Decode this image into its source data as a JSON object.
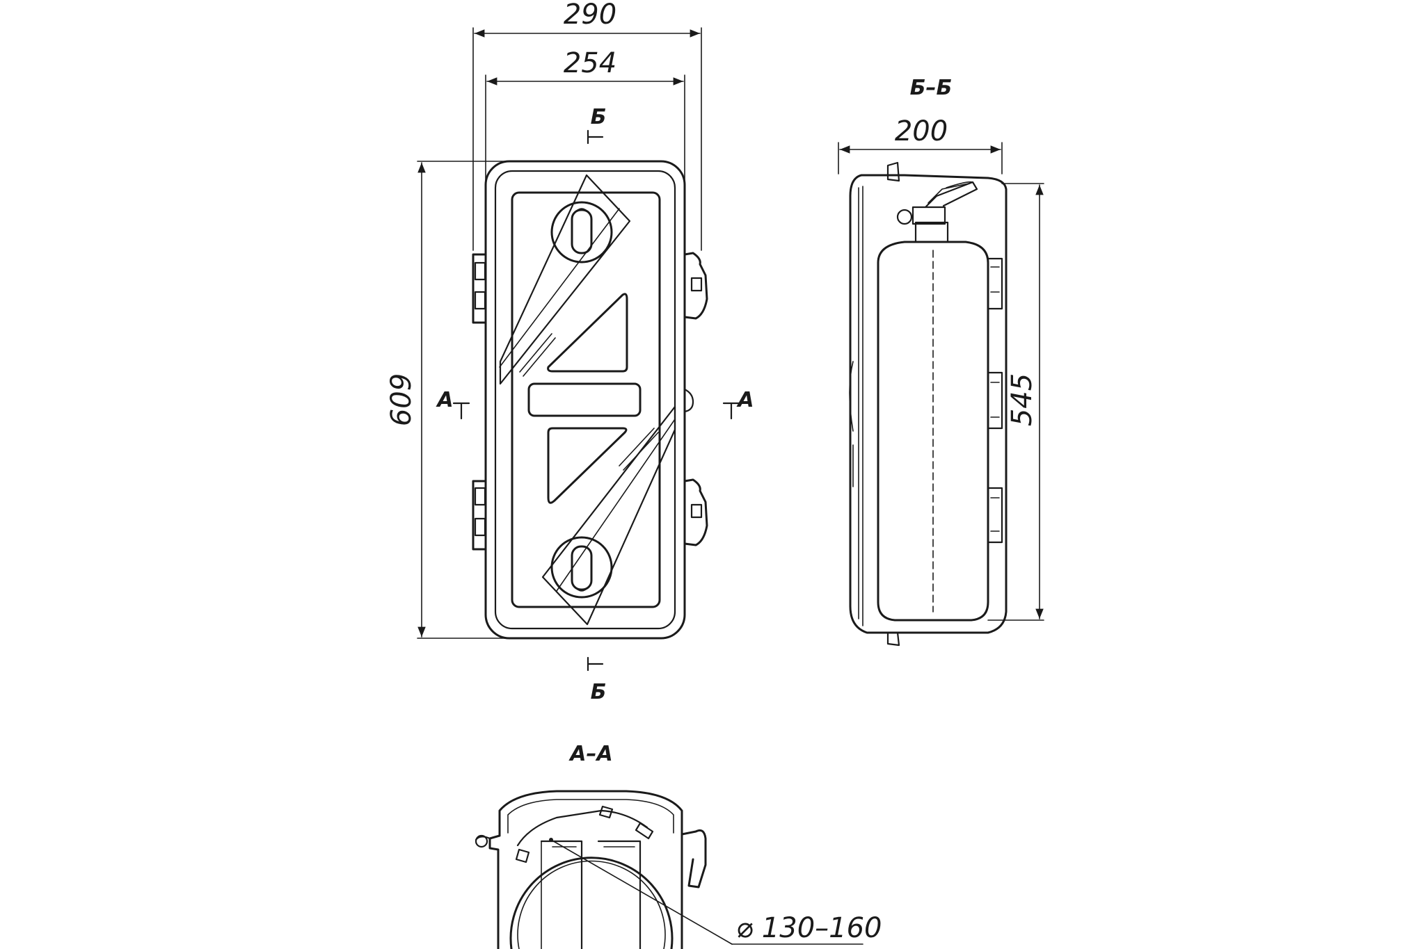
{
  "dimensions": {
    "overall_width": "290",
    "inner_width": "254",
    "height": "609",
    "section_depth": "200",
    "section_height": "545",
    "diameter": "⌀ 130–160"
  },
  "sections": {
    "b_top": "Б",
    "b_bottom": "Б",
    "a_left": "А",
    "a_right": "А",
    "bb_title": "Б–Б",
    "aa_title": "А–А"
  }
}
